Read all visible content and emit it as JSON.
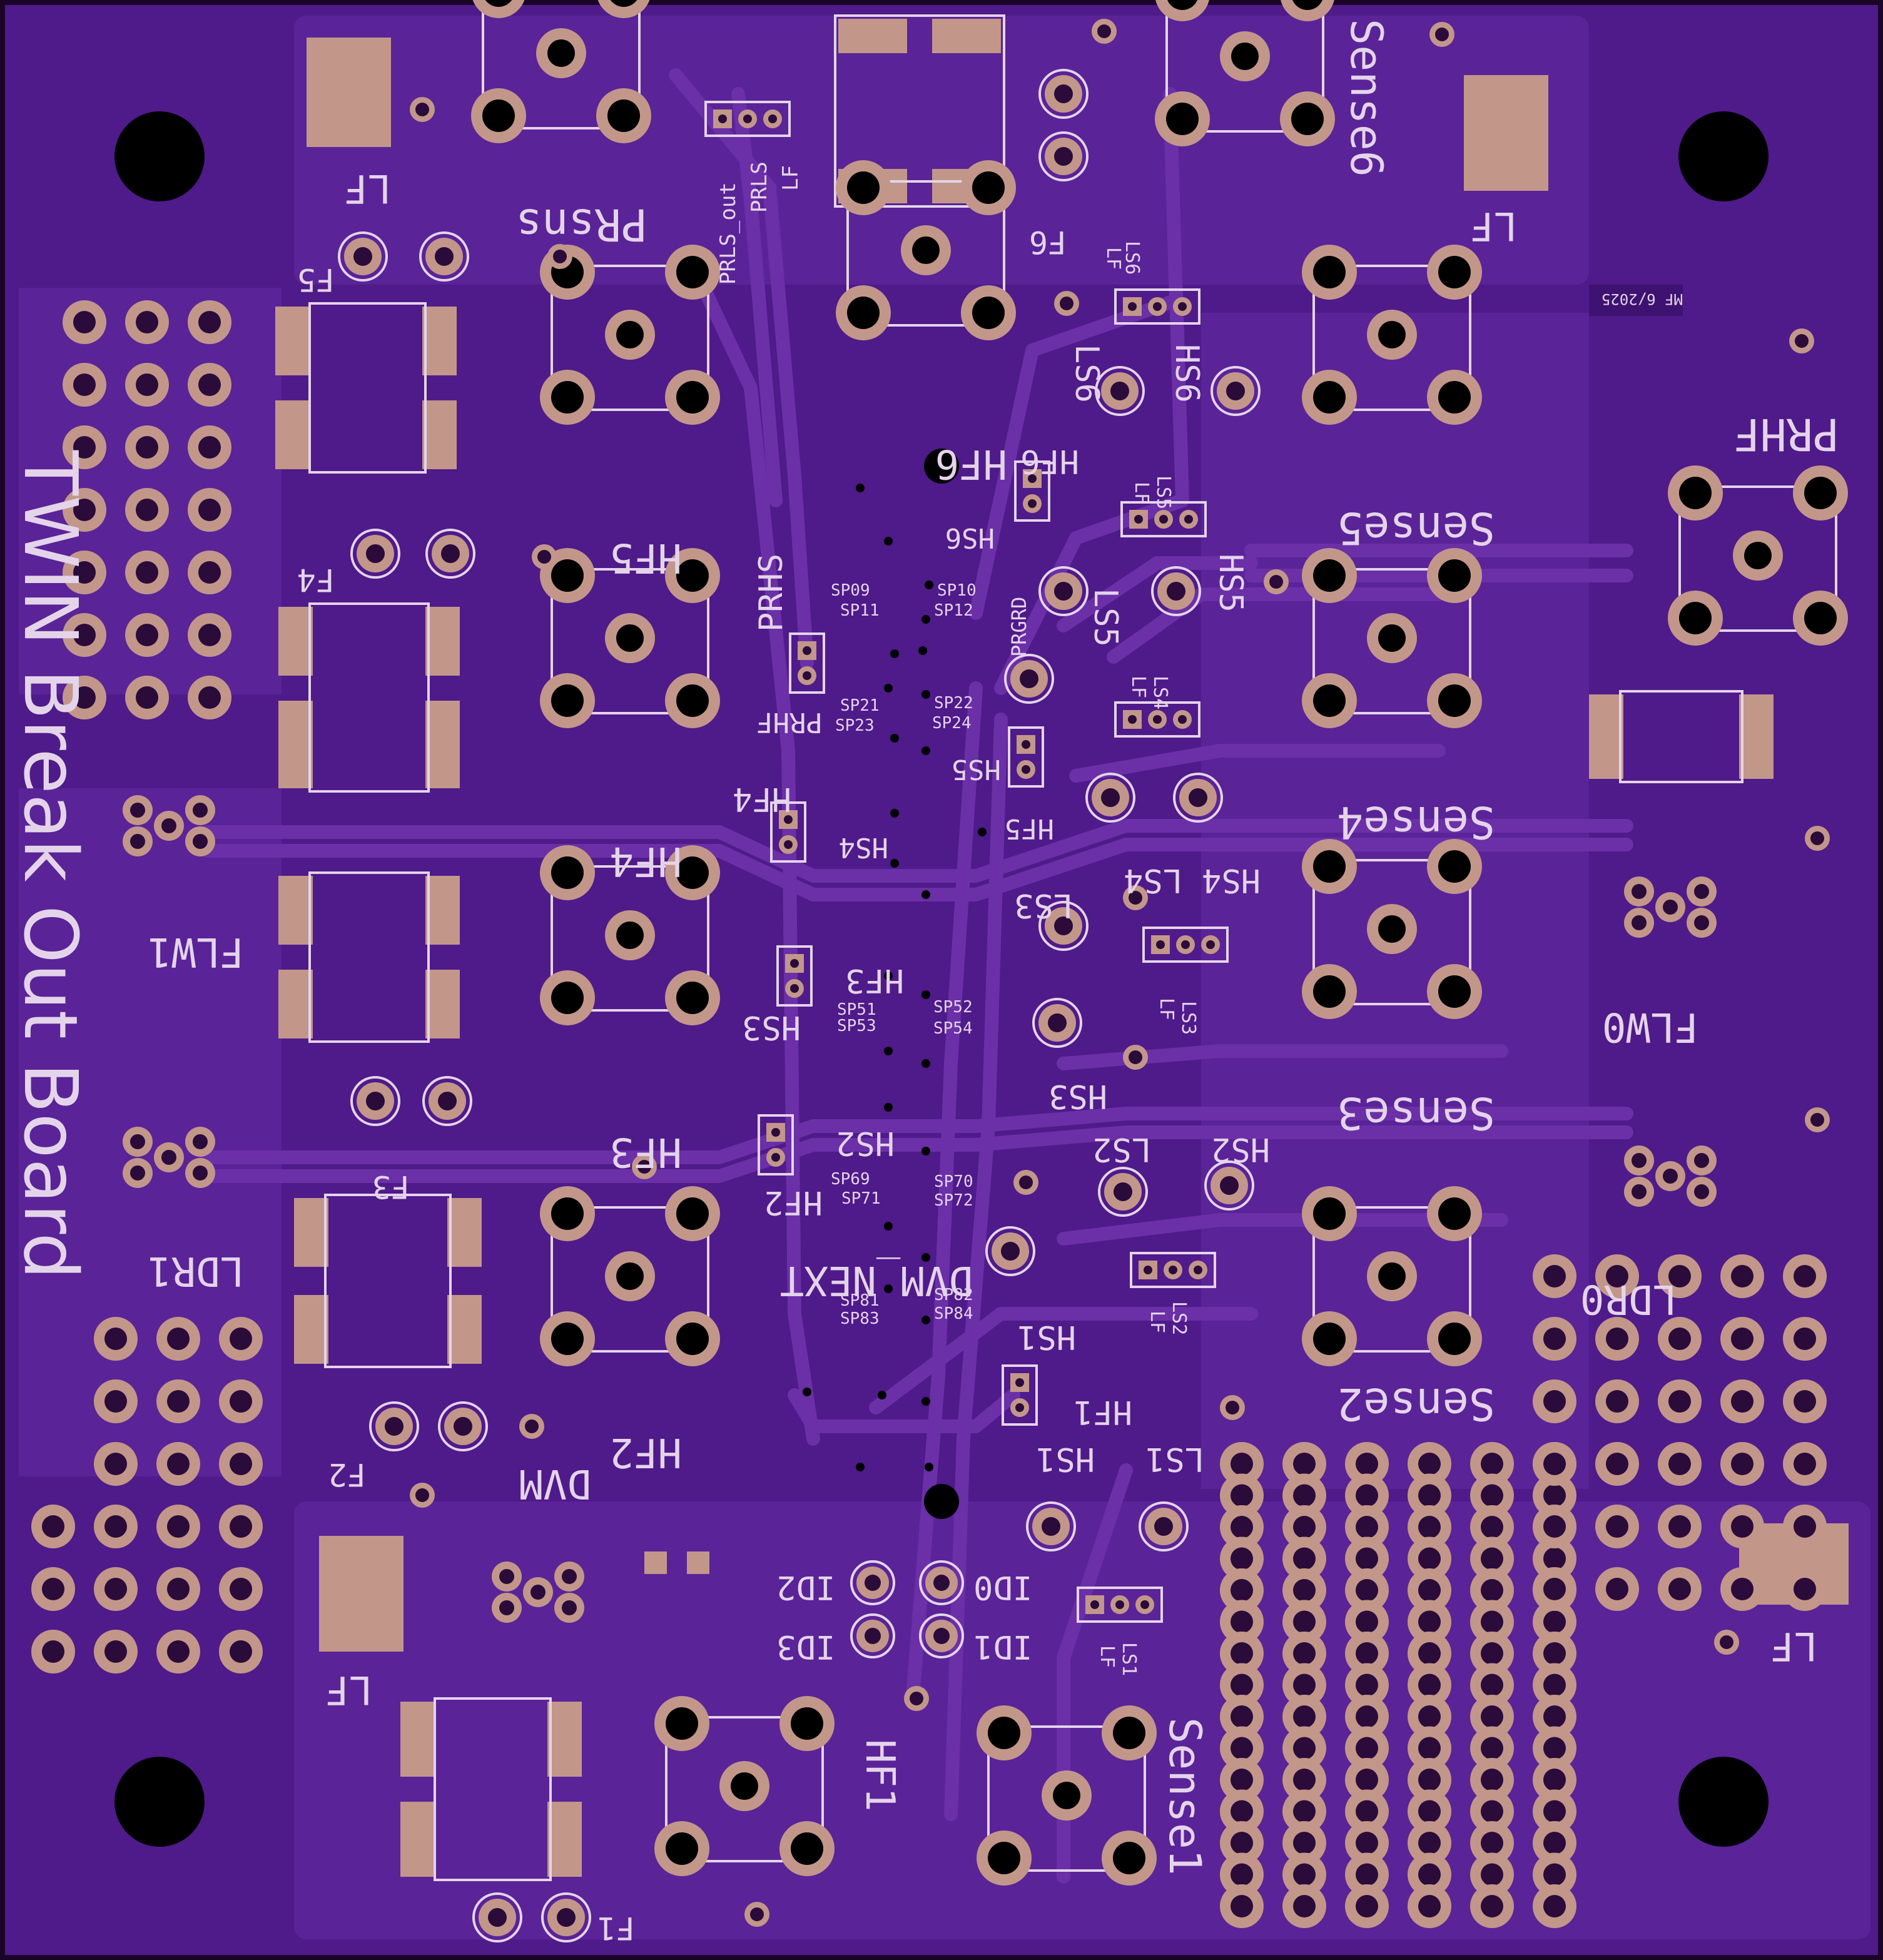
{
  "board": {
    "title": "TWIN Break Out Board",
    "date_stamp": "MF 6/2025",
    "colors": {
      "soldermask": "#4f1a8a",
      "copper_pour": "#5a2398",
      "trace": "#6b2fa8",
      "pad": "#c2978a",
      "silkscreen": "#e4d4ea",
      "edge": "#1a0529"
    }
  },
  "labels": {
    "lf_tl": "LF",
    "lf_tr": "LF",
    "lf_bl": "LF",
    "lf_br": "LF",
    "prsns": "PRsns",
    "sense6": "Sense6",
    "sense5": "Sense5",
    "sense4": "Sense4",
    "sense3": "Sense3",
    "sense2": "Sense2",
    "sense1": "Sense1",
    "prhf_big": "PRHF",
    "prhf_small": "PRHF",
    "prhs": "PRHS",
    "prgrd": "PRGRD",
    "prls_out": "PRLS_out",
    "prls": "PRLS",
    "lf_prls": "LF",
    "f1": "F1",
    "f2": "F2",
    "f3": "F3",
    "f4": "F4",
    "f5": "F5",
    "f6": "F6",
    "hf1": "HF1",
    "hf2": "HF2",
    "hf3": "HF3",
    "hf4": "HF4",
    "hf5": "HF5",
    "hf6": "HF6",
    "hf1_s": "HF1",
    "hf2_s": "HF2",
    "hf3_s": "HF3",
    "hf4_s": "HF4",
    "hf5_s": "HF5",
    "hf6_s": "HF6",
    "hs1": "HS1",
    "hs2": "HS2",
    "hs3": "HS3",
    "hs4": "HS4",
    "hs5": "HS5",
    "hs6": "HS6",
    "hs1_s": "HS1",
    "hs2_s": "HS2",
    "hs3_s": "HS3",
    "hs4_s": "HS4",
    "hs5_s": "HS5",
    "hs6_s": "HS6",
    "ls1": "LS1",
    "ls2": "LS2",
    "ls3": "LS3",
    "ls4": "LS4",
    "ls5": "LS5",
    "ls6": "LS6",
    "ls1_s": "LS1",
    "ls2_s": "LS2",
    "ls3_s": "LS3",
    "ls4_s": "LS4",
    "ls5_s": "LS5",
    "ls6_s": "LS6",
    "lf_ls1": "LF",
    "lf_ls2": "LF",
    "lf_ls3": "LF",
    "lf_ls4": "LF",
    "lf_ls5": "LF",
    "lf_ls6": "LF",
    "flw1": "FLW1",
    "flw0": "FLW0",
    "ldr1": "LDR1",
    "ldr0": "LDR0",
    "dvm": "DVM",
    "dvm_next": "DVM_NEXT",
    "id0": "ID0",
    "id1": "ID1",
    "id2": "ID2",
    "id3": "ID3",
    "sp09": "SP09",
    "sp10": "SP10",
    "sp11": "SP11",
    "sp12": "SP12",
    "sp21": "SP21",
    "sp22": "SP22",
    "sp23": "SP23",
    "sp24": "SP24",
    "sp51": "SP51",
    "sp52": "SP52",
    "sp53": "SP53",
    "sp54": "SP54",
    "sp69": "SP69",
    "sp70": "SP70",
    "sp71": "SP71",
    "sp72": "SP72",
    "sp81": "SP81",
    "sp82": "SP82",
    "sp83": "SP83",
    "sp84": "SP84"
  }
}
